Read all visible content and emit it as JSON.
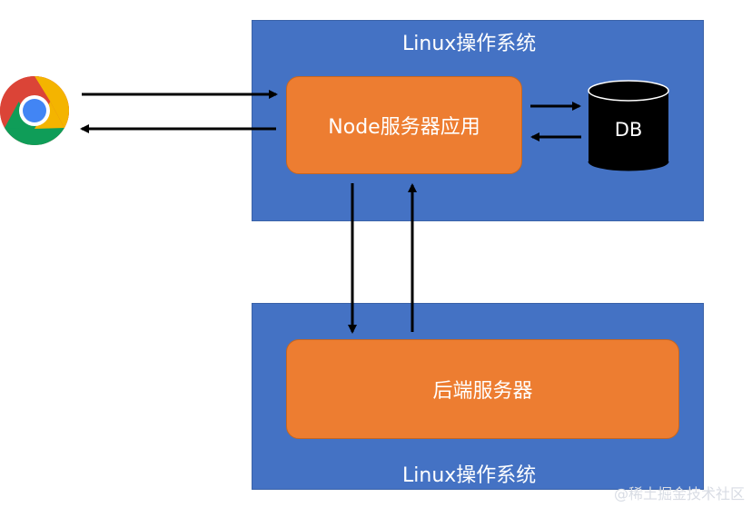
{
  "os_top": {
    "label": "Linux操作系统"
  },
  "os_bottom": {
    "label": "Linux操作系统"
  },
  "node_server": {
    "label": "Node服务器应用"
  },
  "backend_server": {
    "label": "后端服务器"
  },
  "database": {
    "label": "DB"
  },
  "browser": {
    "icon": "chrome-icon"
  },
  "watermark": {
    "text": "@稀土掘金技术社区"
  },
  "colors": {
    "os_blue": "#4472c4",
    "app_orange": "#ed7d31",
    "db_black": "#000000",
    "arrow_black": "#000000"
  }
}
